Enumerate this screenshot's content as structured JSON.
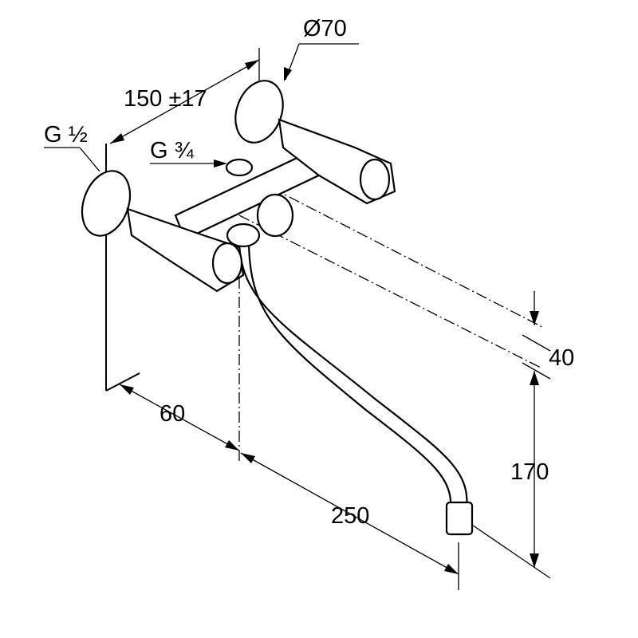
{
  "drawing": {
    "title": "Wall-mounted two-handle faucet dimension drawing",
    "dimensions": {
      "rosette_diameter": "Ø70",
      "centre_distance": "150 ±17",
      "inlet_thread": "G ½",
      "outlet_thread": "G ¾",
      "spout_offset": "40",
      "spout_height": "170",
      "wall_to_centre": "60",
      "spout_reach": "250"
    }
  }
}
